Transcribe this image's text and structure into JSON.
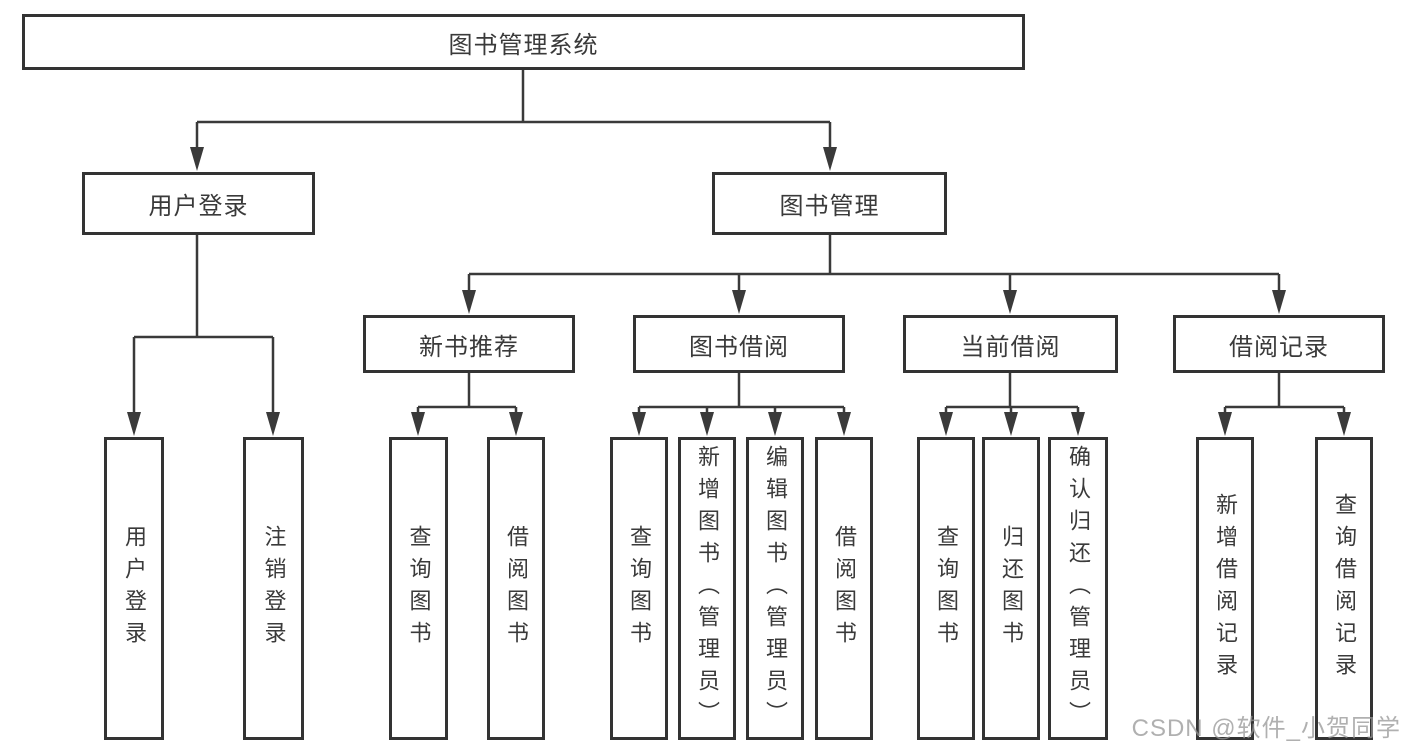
{
  "tree": {
    "root": {
      "label": "图书管理系统"
    },
    "branches": [
      {
        "label": "用户登录",
        "children": [
          {
            "label": "用户登录"
          },
          {
            "label": "注销登录"
          }
        ]
      },
      {
        "label": "图书管理",
        "children": [
          {
            "label": "新书推荐",
            "children": [
              {
                "label": "查询图书"
              },
              {
                "label": "借阅图书"
              }
            ]
          },
          {
            "label": "图书借阅",
            "children": [
              {
                "label": "查询图书"
              },
              {
                "label": "新增图书（管理员）"
              },
              {
                "label": "编辑图书（管理员）"
              },
              {
                "label": "借阅图书"
              }
            ]
          },
          {
            "label": "当前借阅",
            "children": [
              {
                "label": "查询图书"
              },
              {
                "label": "归还图书"
              },
              {
                "label": "确认归还（管理员）"
              }
            ]
          },
          {
            "label": "借阅记录",
            "children": [
              {
                "label": "新增借阅记录"
              },
              {
                "label": "查询借阅记录"
              }
            ]
          }
        ]
      }
    ]
  },
  "watermark": {
    "text": "CSDN @软件_小贺同学"
  },
  "colors": {
    "line": "#3a3a3a",
    "border": "#333333",
    "text": "#3a3a3a",
    "background": "#ffffff",
    "watermark": "#969696"
  }
}
